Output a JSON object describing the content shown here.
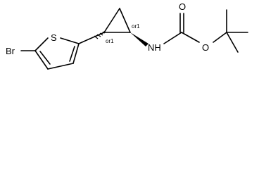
{
  "molecule": {
    "atoms": {
      "bromine": "Br",
      "sulfur": "S",
      "nitrogen_h": "NH",
      "carbonyl_oxygen": "O",
      "ester_oxygen": "O"
    },
    "stereo_labels": {
      "ring_carbon_left": "or1",
      "ring_carbon_right": "or1"
    }
  }
}
